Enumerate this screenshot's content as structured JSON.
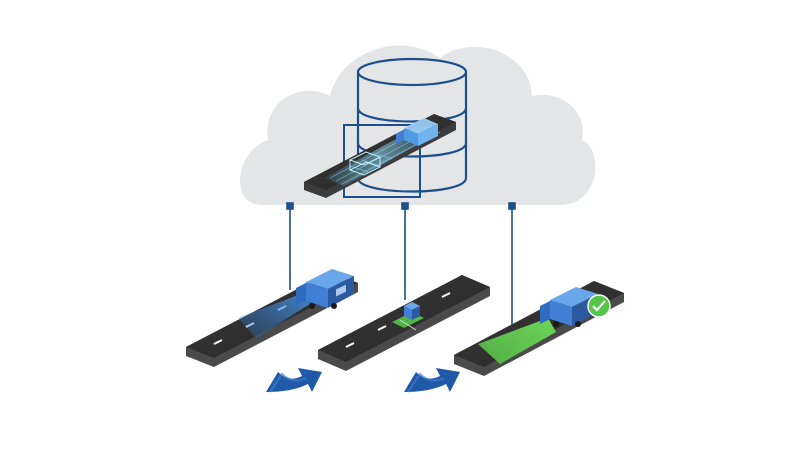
{
  "colors": {
    "cloud": "#e3e4e6",
    "line": "#1d4f8c",
    "road": "#2f2f2f",
    "road_edge": "#585858",
    "lane_mark": "#ffffff",
    "truck_blue": "#3f7fd4",
    "truck_dark": "#2c5aa0",
    "sensor_beam": "#3b8ad9",
    "detection_green": "#56c448",
    "arrow_blue": "#1f59a8"
  },
  "icons": {
    "cloud": "cloud-shape",
    "database": "database-cylinder-icon",
    "sensor_stage": "vehicle-sensor-scan",
    "object_stage": "roadside-object-detection",
    "confirm_stage": "verified-vehicle-check",
    "flow_arrow": "curved-forward-arrow-icon",
    "check": "checkmark-icon"
  },
  "stages": [
    {
      "id": "sense",
      "beam": "blue-cone"
    },
    {
      "id": "detect",
      "beam": "green-patch"
    },
    {
      "id": "verify",
      "beam": "green-cone",
      "status": "check"
    }
  ]
}
